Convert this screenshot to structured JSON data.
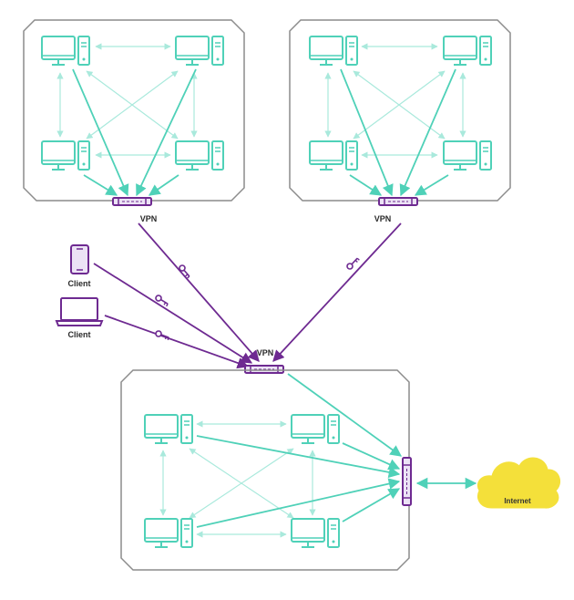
{
  "colors": {
    "teal": "#4fd1b8",
    "teal_light": "#a9e9dc",
    "purple": "#6e2a91",
    "purple_fill": "#ece3f5",
    "box_border": "#8c8c8c",
    "cloud": "#f4e03a"
  },
  "labels": {
    "vpn_top_left": "VPN",
    "vpn_top_right": "VPN",
    "vpn_center": "VPN",
    "client_phone": "Client",
    "client_laptop": "Client",
    "internet": "Internet"
  },
  "icons": {
    "computer": "desktop-computer-icon",
    "vpn": "vpn-router-icon",
    "key": "key-icon",
    "phone": "smartphone-icon",
    "laptop": "laptop-icon",
    "firewall": "firewall-icon",
    "cloud": "cloud-icon"
  }
}
